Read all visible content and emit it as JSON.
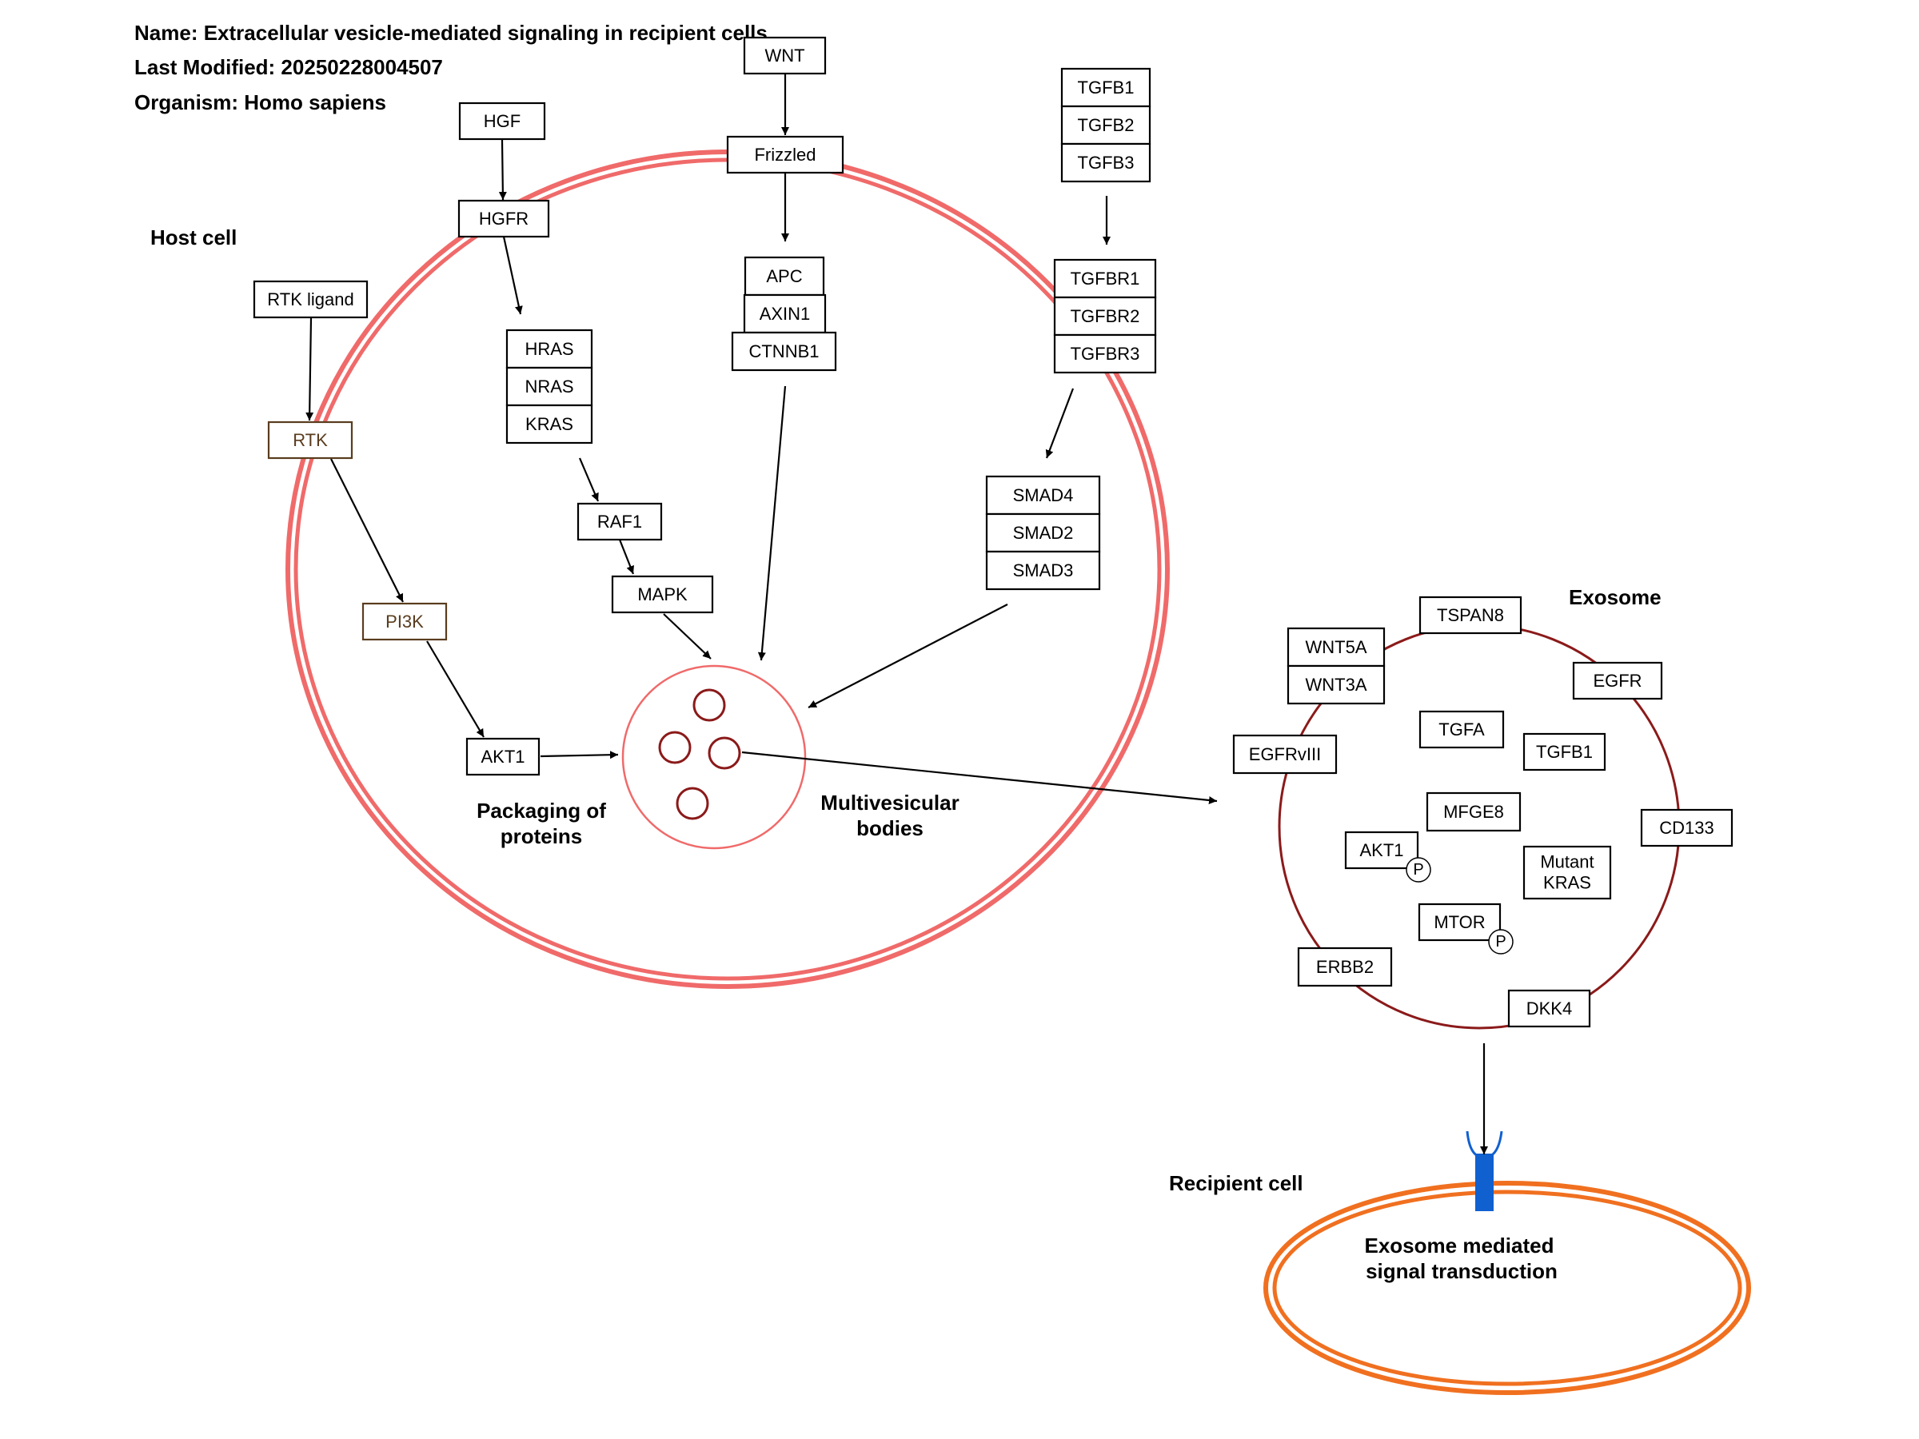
{
  "header": {
    "name": "Name: Extracellular vesicle-mediated signaling in recipient cells",
    "last_modified": "Last Modified: 20250228004507",
    "organism": "Organism: Homo sapiens"
  },
  "labels": {
    "host_cell": "Host cell",
    "packaging_line1": "Packaging of",
    "packaging_line2": "proteins",
    "mvb_line1": "Multivesicular",
    "mvb_line2": "bodies",
    "exosome": "Exosome",
    "recipient_cell": "Recipient cell",
    "transduction_line1": "Exosome mediated",
    "transduction_line2": "signal transduction"
  },
  "colors": {
    "host_membrane": "#f06a6a",
    "exosome_membrane": "#8b1a1a",
    "recipient_membrane": "#f07020",
    "receptor": "#1060d0",
    "kinase_border": "#5a3c1e"
  },
  "nodes": {
    "hgf": "HGF",
    "hgfr": "HGFR",
    "wnt": "WNT",
    "frizzled": "Frizzled",
    "tgfb1": "TGFB1",
    "tgfb2": "TGFB2",
    "tgfb3": "TGFB3",
    "rtk_ligand": "RTK ligand",
    "rtk": "RTK",
    "hras": "HRAS",
    "nras": "NRAS",
    "kras": "KRAS",
    "apc": "APC",
    "axin1": "AXIN1",
    "ctnnb1": "CTNNB1",
    "tgfbr1": "TGFBR1",
    "tgfbr2": "TGFBR2",
    "tgfbr3": "TGFBR3",
    "raf1": "RAF1",
    "mapk": "MAPK",
    "smad4": "SMAD4",
    "smad2": "SMAD2",
    "smad3": "SMAD3",
    "pi3k": "PI3K",
    "akt1": "AKT1"
  },
  "exosome_cargo": {
    "tspan8": "TSPAN8",
    "wnt5a": "WNT5A",
    "wnt3a": "WNT3A",
    "egfr": "EGFR",
    "tgfa": "TGFA",
    "tgfb1": "TGFB1",
    "egfrviii": "EGFRvIII",
    "mfge8": "MFGE8",
    "cd133": "CD133",
    "akt1": "AKT1",
    "mutant_kras_line1": "Mutant",
    "mutant_kras_line2": "KRAS",
    "mtor": "MTOR",
    "erbb2": "ERBB2",
    "dkk4": "DKK4",
    "phospho": "P"
  }
}
